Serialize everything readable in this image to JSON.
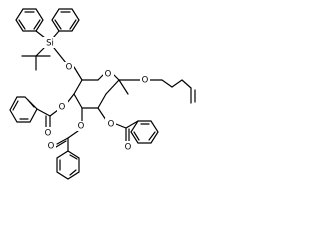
{
  "molecule": {
    "atoms": {
      "si_label": "Si",
      "o_silyl_ether": "O",
      "o_ring": "O",
      "o_anomeric": "O",
      "o_ester_c4": "O",
      "o_ester_c2": "O",
      "o_ester_c3": "O",
      "o_carbonyl_c4": "O",
      "o_carbonyl_c2": "O",
      "o_carbonyl_c3": "O"
    }
  }
}
